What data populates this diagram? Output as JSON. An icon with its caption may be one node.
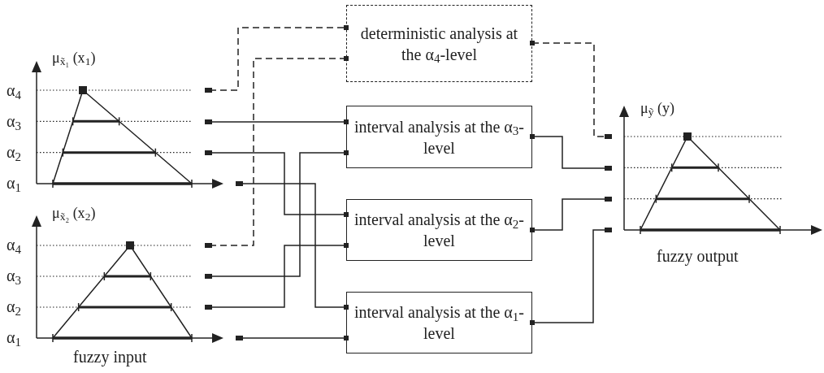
{
  "diagram": {
    "nodes": [
      {
        "text": [],
        "shape": "box"
      },
      {
        "text": [],
        "shape": "box"
      },
      {
        "text": [],
        "shape": "box"
      },
      {
        "text": [],
        "shape": "box"
      },
      {
        "text": [],
        "shape": "box"
      },
      {
        "text": [],
        "shape": "box"
      },
      {
        "text": [],
        "shape": "box"
      },
      {
        "text": [],
        "shape": "box"
      },
      {
        "text": [
          "deterministic analysis at the α$_{4}$-level"
        ]
      },
      {
        "text": [
          "interval analysis at the α$_{3}$-level"
        ]
      },
      {
        "text": [
          "interval analysis at the α$_{2}$-level"
        ]
      },
      {
        "text": [
          "interval analysis at the α$_{1}$-level"
        ]
      },
      {
        "text": [],
        "shape": "box"
      },
      {
        "text": [],
        "shape": "box"
      },
      {
        "text": [],
        "shape": "box"
      },
      {
        "text": [],
        "shape": "box"
      }
    ],
    "edges": [
      {
        "from": 0,
        "to": 8,
        "arrow": "other",
        "style": "dashed"
      },
      {
        "from": 4,
        "to": 8,
        "arrow": "other",
        "style": "dashed"
      },
      {
        "from": 1,
        "to": 9,
        "arrow": "other"
      },
      {
        "from": 5,
        "to": 9,
        "arrow": "other"
      },
      {
        "from": 2,
        "to": 10,
        "arrow": "other"
      },
      {
        "from": 6,
        "to": 10,
        "arrow": "other"
      },
      {
        "from": 3,
        "to": 11,
        "arrow": "other"
      },
      {
        "from": 7,
        "to": 11,
        "arrow": "other"
      },
      {
        "from": 8,
        "to": 12,
        "arrow": "other",
        "style": "dashed"
      },
      {
        "from": 9,
        "to": 13,
        "arrow": "other"
      },
      {
        "from": 10,
        "to": 14,
        "arrow": "other"
      },
      {
        "from": 11,
        "to": 15,
        "arrow": "other"
      }
    ],
    "labels": [
      "μ$_{x̃₁}$ (x$_{1}$)",
      "α$_{4}$",
      "α$_{3}$",
      "α$_{2}$",
      "α$_{1}$",
      "μ$_{x̃₂}$ (x$_{2}$)",
      "α$_{4}$",
      "α$_{3}$",
      "α$_{2}$",
      "α$_{1}$",
      "fuzzy input",
      "μ$_{ỹ}$ (y)",
      "fuzzy output"
    ]
  }
}
